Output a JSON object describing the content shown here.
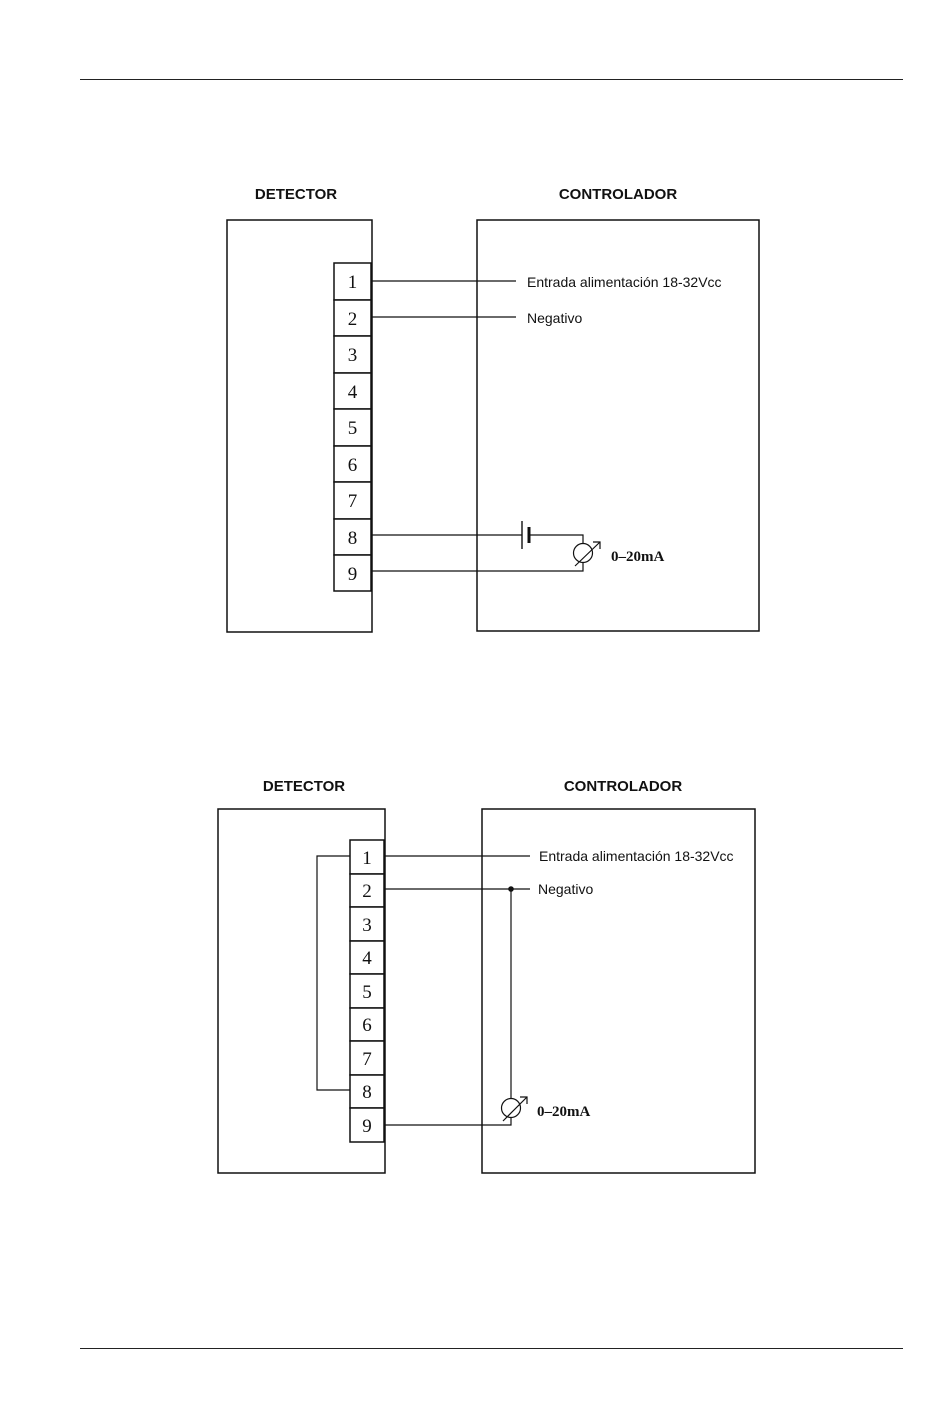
{
  "diagrams": [
    {
      "detector_header": "DETECTOR",
      "controller_header": "CONTROLADOR",
      "terminals": [
        "1",
        "2",
        "3",
        "4",
        "5",
        "6",
        "7",
        "8",
        "9"
      ],
      "power_label": "Entrada alimentación 18-32Vcc",
      "negative_label": "Negativo",
      "meter_label": "0–20mA"
    },
    {
      "detector_header": "DETECTOR",
      "controller_header": "CONTROLADOR",
      "terminals": [
        "1",
        "2",
        "3",
        "4",
        "5",
        "6",
        "7",
        "8",
        "9"
      ],
      "power_label": "Entrada alimentación 18-32Vcc",
      "negative_label": "Negativo",
      "meter_label": "0–20mA"
    }
  ]
}
